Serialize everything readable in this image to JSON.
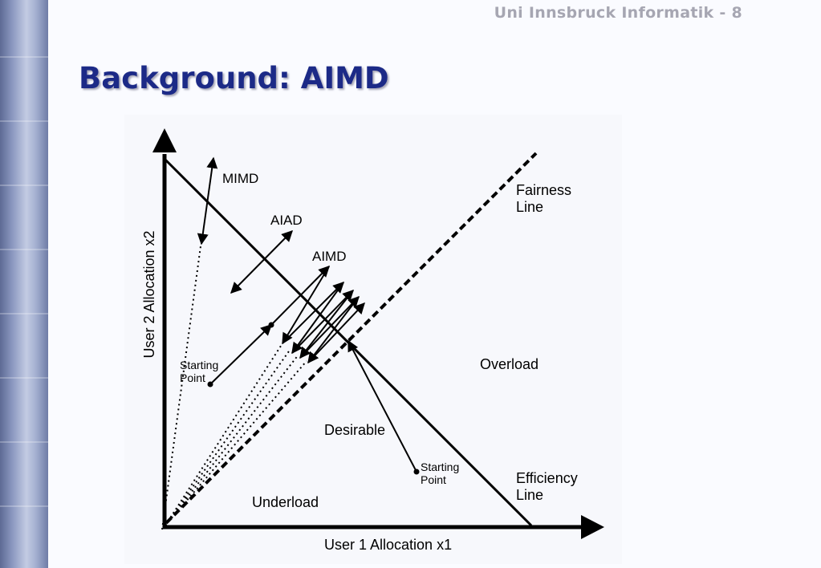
{
  "header": {
    "label": "Uni Innsbruck Informatik - 8"
  },
  "slide": {
    "title": "Background: AIMD"
  },
  "diagram": {
    "axes": {
      "x_label": "User 1  Allocation x1",
      "y_label": "User 2  Allocation x2"
    },
    "lines": {
      "fairness_line": [
        "Fairness",
        "Line"
      ],
      "efficiency_line": [
        "Efficiency",
        "Line"
      ]
    },
    "regions": {
      "overload": "Overload",
      "desirable": "Desirable",
      "underload": "Underload"
    },
    "trajectories": {
      "mimd": "MIMD",
      "aiad": "AIAD",
      "aimd": "AIMD"
    },
    "starting_points": {
      "upper_left": [
        "Starting",
        "Point"
      ],
      "lower_right": [
        "Starting",
        "Point"
      ]
    }
  },
  "colors": {
    "title": "#1c2a87",
    "header": "#a6a6b2",
    "lines": "#000000"
  }
}
